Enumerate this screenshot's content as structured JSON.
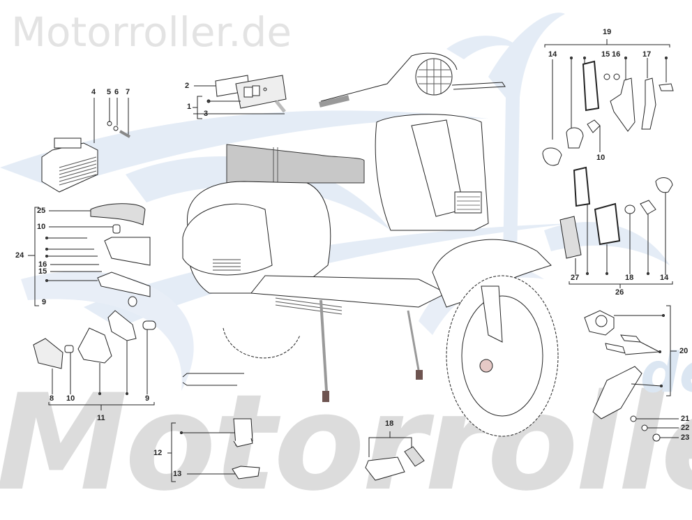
{
  "watermark": {
    "top_text": "Motorroller.de",
    "bottom_text": "Motorroller",
    "bottom_suffix": "de",
    "swoosh_color": "#dbe6f2",
    "text_color": "#e0e0e0"
  },
  "diagram": {
    "subject": "Scooter electrical parts exploded view",
    "line_color": "#222222",
    "seat_color": "#c8c8c8",
    "stand_foot_color": "#6e5450",
    "hub_color": "#e6c9c6",
    "callouts": [
      {
        "id": "1",
        "label": "1"
      },
      {
        "id": "2",
        "label": "2"
      },
      {
        "id": "3",
        "label": "3"
      },
      {
        "id": "4",
        "label": "4"
      },
      {
        "id": "5",
        "label": "5"
      },
      {
        "id": "6",
        "label": "6"
      },
      {
        "id": "7",
        "label": "7"
      },
      {
        "id": "8",
        "label": "8"
      },
      {
        "id": "9a",
        "label": "9"
      },
      {
        "id": "9b",
        "label": "9"
      },
      {
        "id": "10a",
        "label": "10"
      },
      {
        "id": "10b",
        "label": "10"
      },
      {
        "id": "10c",
        "label": "10"
      },
      {
        "id": "11",
        "label": "11"
      },
      {
        "id": "12",
        "label": "12"
      },
      {
        "id": "13",
        "label": "13"
      },
      {
        "id": "14a",
        "label": "14"
      },
      {
        "id": "14b",
        "label": "14"
      },
      {
        "id": "15a",
        "label": "15"
      },
      {
        "id": "15b",
        "label": "15"
      },
      {
        "id": "16a",
        "label": "16"
      },
      {
        "id": "16b",
        "label": "16"
      },
      {
        "id": "17",
        "label": "17"
      },
      {
        "id": "18a",
        "label": "18"
      },
      {
        "id": "18b",
        "label": "18"
      },
      {
        "id": "19",
        "label": "19"
      },
      {
        "id": "20",
        "label": "20"
      },
      {
        "id": "21",
        "label": "21"
      },
      {
        "id": "22",
        "label": "22"
      },
      {
        "id": "23",
        "label": "23"
      },
      {
        "id": "24",
        "label": "24"
      },
      {
        "id": "25",
        "label": "25"
      },
      {
        "id": "26",
        "label": "26"
      },
      {
        "id": "27",
        "label": "27"
      }
    ]
  }
}
